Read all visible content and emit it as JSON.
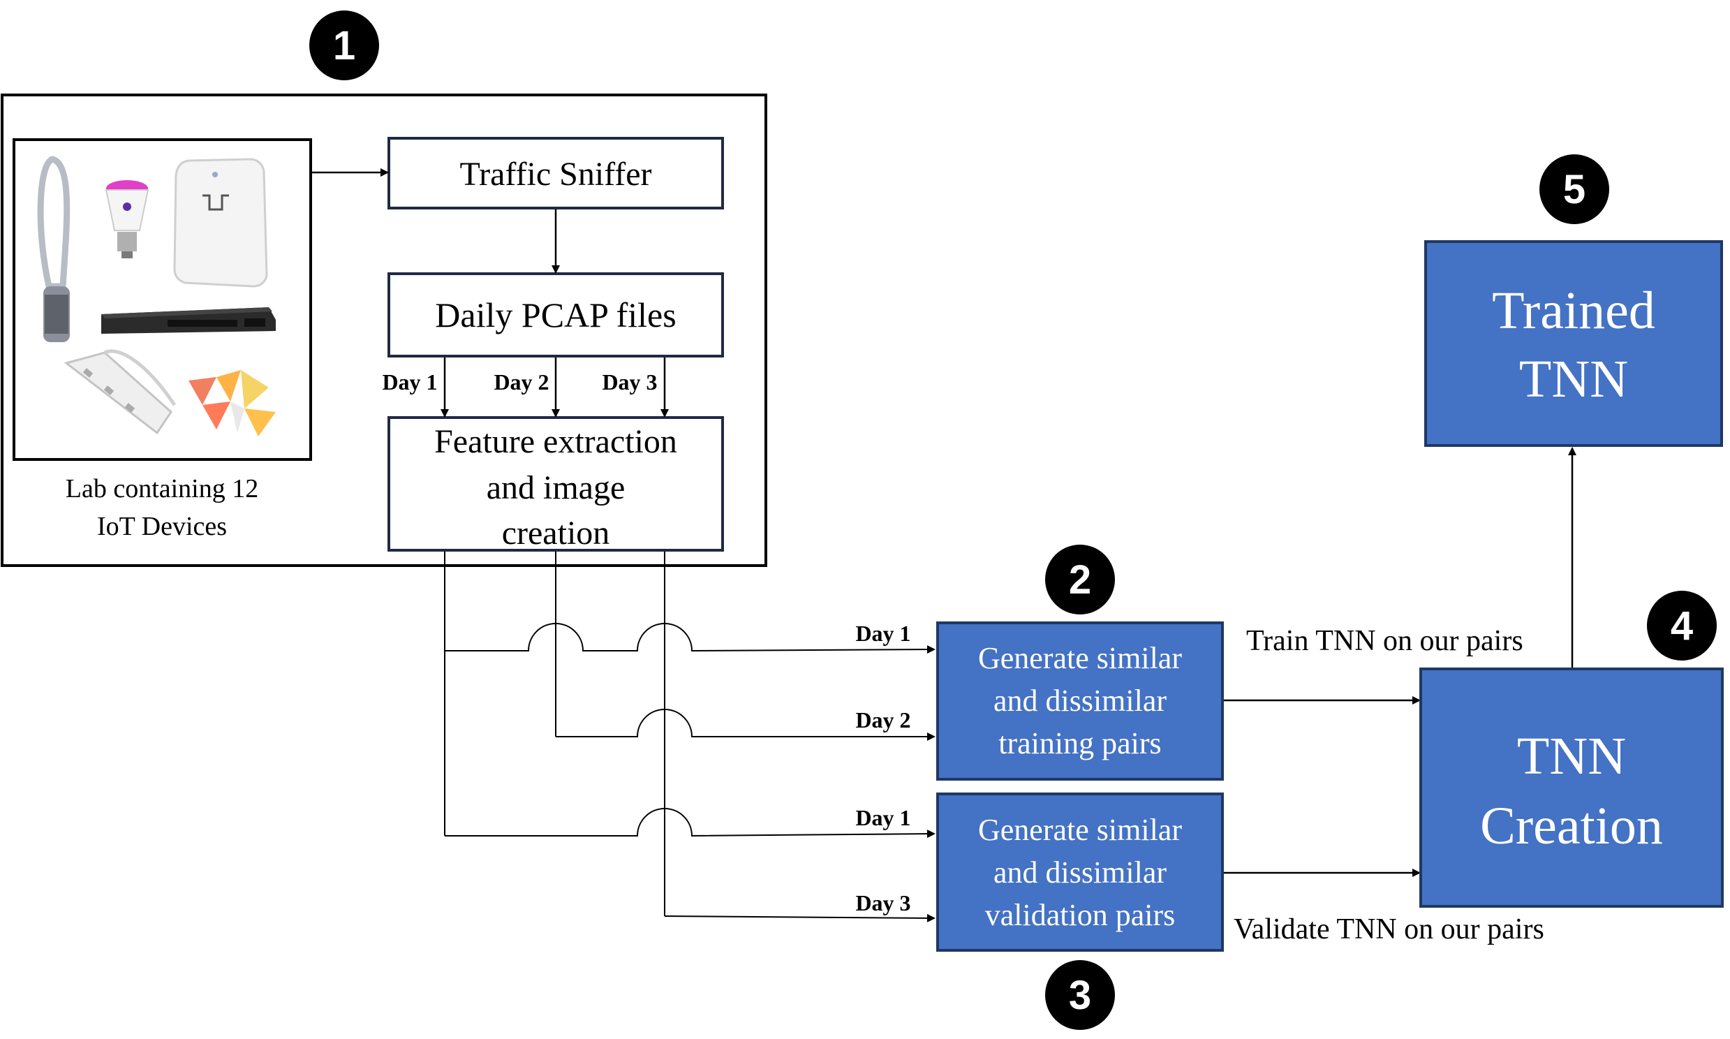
{
  "badges": {
    "b1": "1",
    "b2": "2",
    "b3": "3",
    "b4": "4",
    "b5": "5"
  },
  "lab": {
    "caption_line1": "Lab containing 12",
    "caption_line2": "IoT Devices"
  },
  "boxes": {
    "sniffer": "Traffic Sniffer",
    "pcap": "Daily PCAP files",
    "feature_line1": "Feature extraction",
    "feature_line2": "and image",
    "feature_line3": "creation",
    "train_pairs_line1": "Generate similar",
    "train_pairs_line2": "and dissimilar",
    "train_pairs_line3": "training pairs",
    "val_pairs_line1": "Generate similar",
    "val_pairs_line2": "and dissimilar",
    "val_pairs_line3": "validation pairs",
    "tnn_line1": "TNN",
    "tnn_line2": "Creation",
    "trained_line1": "Trained",
    "trained_line2": "TNN"
  },
  "day_labels": {
    "pcap_day1": "Day 1",
    "pcap_day2": "Day 2",
    "pcap_day3": "Day 3",
    "train_day1": "Day 1",
    "train_day2": "Day 2",
    "val_day1": "Day 1",
    "val_day3": "Day 3"
  },
  "edge_labels": {
    "train": "Train TNN on our pairs",
    "validate": "Validate TNN on our pairs"
  },
  "colors": {
    "blue_box": "#4472C4",
    "blue_border": "#1F3864",
    "dark_border": "#1F2A44"
  }
}
